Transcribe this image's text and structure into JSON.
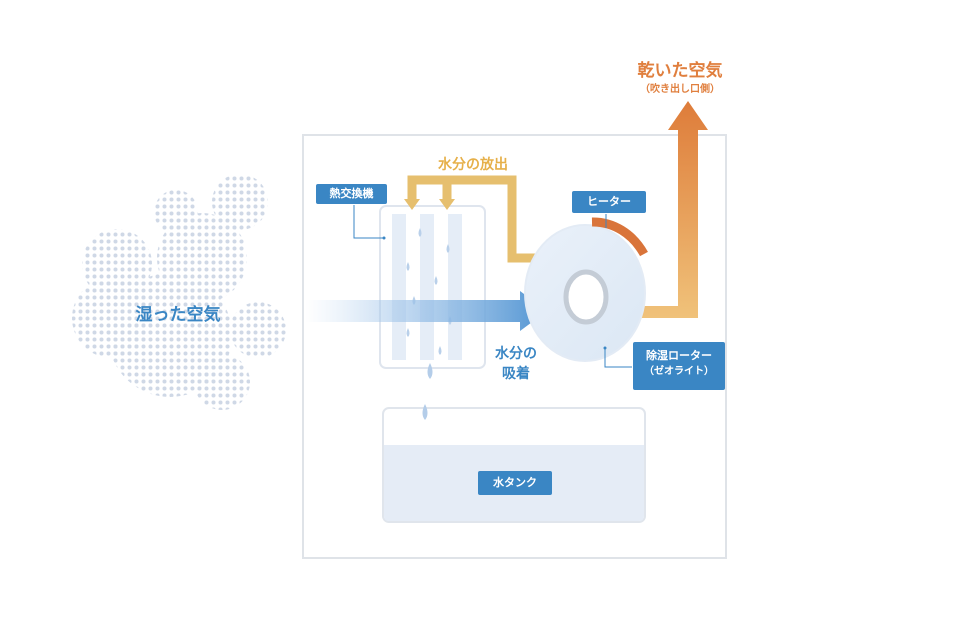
{
  "labels": {
    "dry_air": "乾いた空気",
    "dry_air_sub": "（吹き出し口側）",
    "moisture_release": "水分の放出",
    "heat_exchanger": "熱交換機",
    "heater": "ヒーター",
    "humid_air": "湿った空気",
    "moisture_absorb_1": "水分の",
    "moisture_absorb_2": "吸着",
    "rotor": "除湿ローター",
    "rotor_sub": "（ゼオライト）",
    "water_tank": "水タンク"
  },
  "colors": {
    "blue": "#3a86c4",
    "orange": "#e07f3e",
    "gold": "#e6b04a",
    "light_blue": "#a9c9ea",
    "panel_border": "#dfe3e8"
  }
}
